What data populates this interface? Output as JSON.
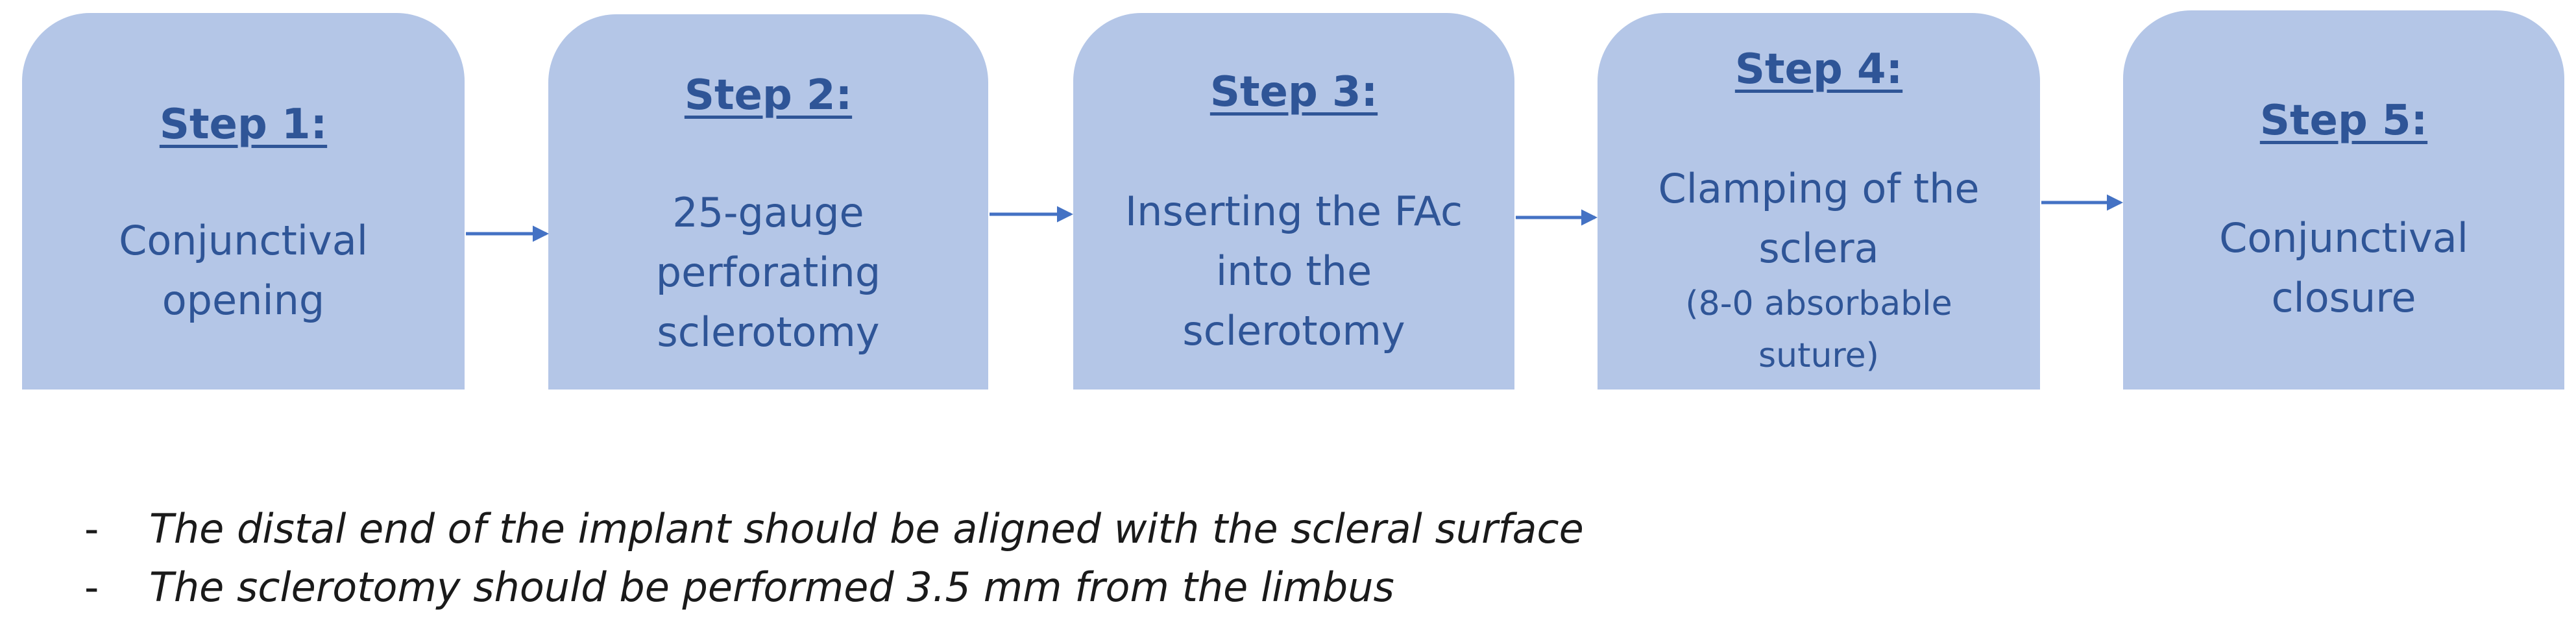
{
  "colors": {
    "box_fill": "#b4c6e7",
    "text": "#2f5597",
    "arrow": "#4472c4",
    "note_text": "#1a1a1a"
  },
  "steps": [
    {
      "title": "Step 1:",
      "lines": [
        "Conjunctival",
        "opening"
      ]
    },
    {
      "title": "Step 2:",
      "lines": [
        "25-gauge",
        "perforating",
        "sclerotomy"
      ]
    },
    {
      "title": "Step 3:",
      "lines": [
        "Inserting the FAc",
        "into the",
        "sclerotomy"
      ]
    },
    {
      "title": "Step 4:",
      "lines": [
        "Clamping of the",
        "sclera"
      ],
      "note_lines": [
        "(8-0 absorbable",
        "suture)"
      ]
    },
    {
      "title": "Step 5:",
      "lines": [
        "Conjunctival",
        "closure"
      ]
    }
  ],
  "notes": [
    {
      "bullet": "-",
      "text": "The distal end of the implant should be aligned with the scleral surface"
    },
    {
      "bullet": "-",
      "text": "The sclerotomy should be performed 3.5 mm from the limbus"
    }
  ]
}
